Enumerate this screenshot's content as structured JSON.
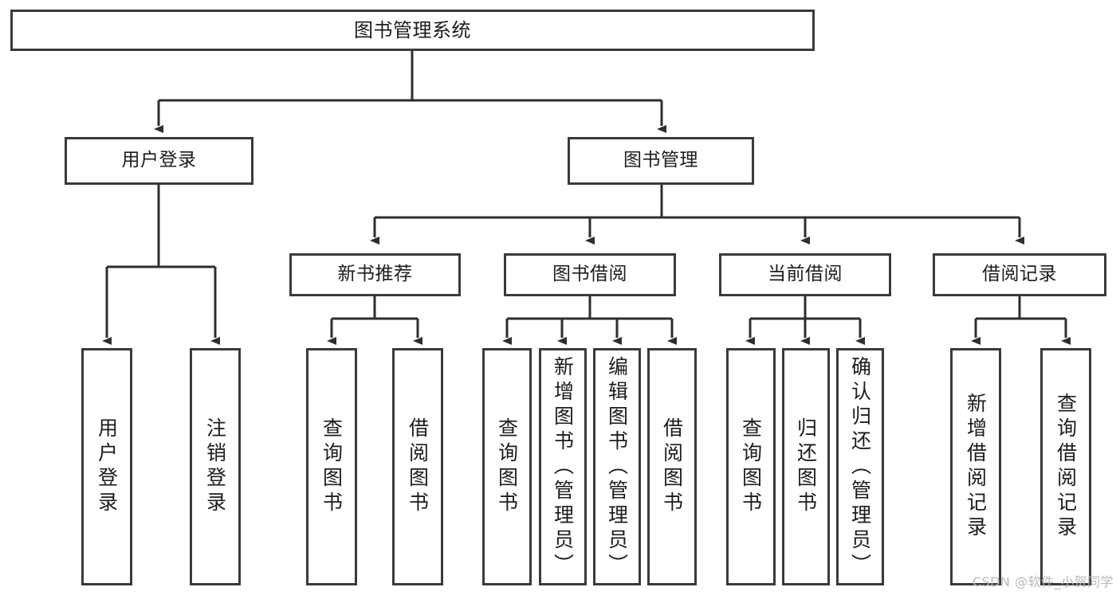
{
  "diagram": {
    "title": "图书管理系统",
    "watermark": "CSDN @软件_小贺同学",
    "colors": {
      "box_border": "#3a3a3a",
      "box_fill": "#ffffff",
      "edge": "#2e2e2e",
      "text": "#1c1c1c",
      "watermark": "#b9b9b9",
      "background": "#ffffff"
    },
    "root": {
      "id": "root",
      "label": "图书管理系统"
    },
    "level1": [
      {
        "id": "user-login",
        "label": "用户登录"
      },
      {
        "id": "book-management",
        "label": "图书管理"
      }
    ],
    "level2": [
      {
        "id": "new-book-recommend",
        "label": "新书推荐",
        "parent": "book-management"
      },
      {
        "id": "book-borrow",
        "label": "图书借阅",
        "parent": "book-management"
      },
      {
        "id": "current-borrow",
        "label": "当前借阅",
        "parent": "book-management"
      },
      {
        "id": "borrow-record",
        "label": "借阅记录",
        "parent": "book-management"
      }
    ],
    "leaves": {
      "user-login": [
        {
          "id": "leaf-user-login",
          "label": "用户登录"
        },
        {
          "id": "leaf-logout",
          "label": "注销登录"
        }
      ],
      "new-book-recommend": [
        {
          "id": "leaf-query-book-1",
          "label": "查询图书"
        },
        {
          "id": "leaf-borrow-book-1",
          "label": "借阅图书"
        }
      ],
      "book-borrow": [
        {
          "id": "leaf-query-book-2",
          "label": "查询图书"
        },
        {
          "id": "leaf-add-book",
          "label": "新增图书（管理员）"
        },
        {
          "id": "leaf-edit-book",
          "label": "编辑图书（管理员）"
        },
        {
          "id": "leaf-borrow-book-2",
          "label": "借阅图书"
        }
      ],
      "current-borrow": [
        {
          "id": "leaf-query-book-3",
          "label": "查询图书"
        },
        {
          "id": "leaf-return-book",
          "label": "归还图书"
        },
        {
          "id": "leaf-confirm-return",
          "label": "确认归还（管理员）"
        }
      ],
      "borrow-record": [
        {
          "id": "leaf-add-record",
          "label": "新增借阅记录"
        },
        {
          "id": "leaf-query-record",
          "label": "查询借阅记录"
        }
      ]
    }
  }
}
